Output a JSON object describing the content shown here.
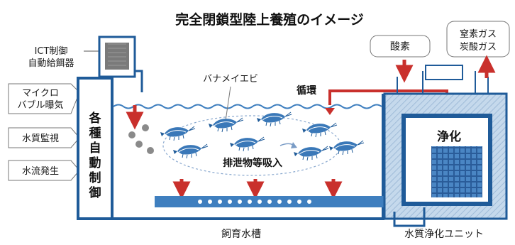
{
  "title": "完全閉鎖型陸上養殖のイメージ",
  "labels": {
    "ict_line1": "ICT制御",
    "ict_line2": "自動給餌器",
    "micro_line1": "マイクロ",
    "micro_line2": "バブル曝気",
    "water_quality_monitoring": "水質監視",
    "water_flow": "水流発生",
    "control_vertical": [
      "各",
      "種",
      "自",
      "動",
      "制",
      "御"
    ],
    "shrimp": "バナメイエビ",
    "circulation": "循環",
    "waste_absorption": "排泄物等吸入",
    "oxygen": "酸素",
    "gas_line1": "窒素ガス",
    "gas_line2": "炭酸ガス",
    "purification": "浄化",
    "tank": "飼育水槽",
    "unit": "水質浄化ユニット"
  },
  "colors": {
    "blue_dark": "#1f5b99",
    "blue_mid": "#3f7fbf",
    "blue_light": "#d8e8f6",
    "red": "#c9302c",
    "gray": "#8a8a8a"
  },
  "icons": {
    "feeder": "feeder-box-icon",
    "arrow": "arrow-icon",
    "shrimp": "shrimp-icon",
    "filter": "filter-grid-icon"
  }
}
